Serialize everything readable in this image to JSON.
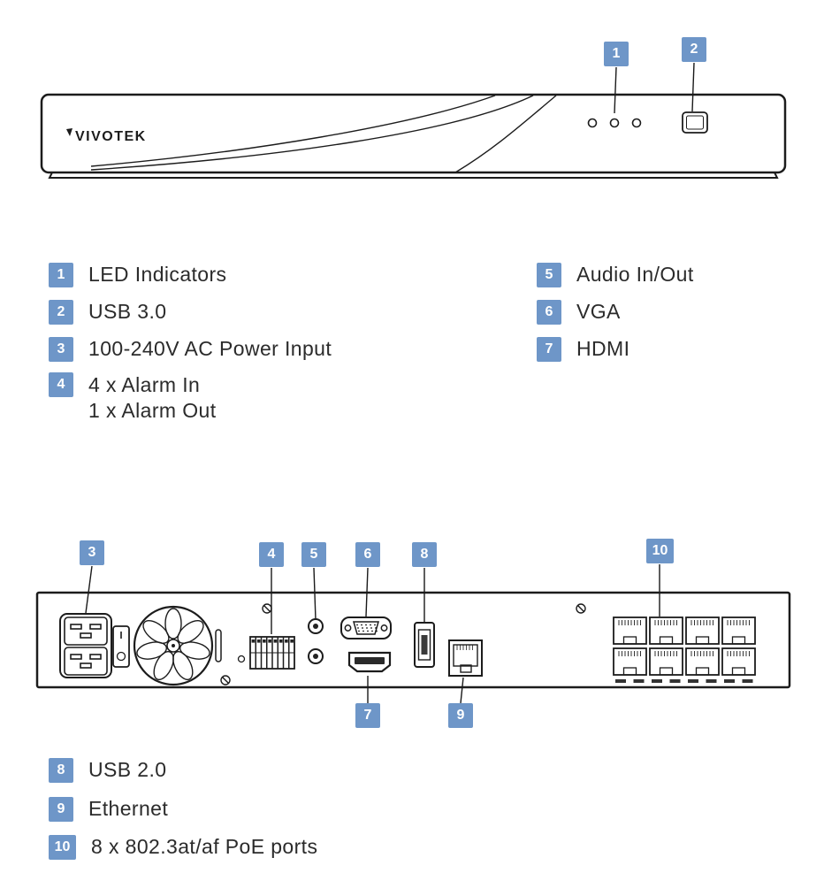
{
  "brand": {
    "logo_text": "VIVOTEK"
  },
  "colors": {
    "badge_blue": "#6e96c8",
    "line_dark": "#1c1c1c",
    "text": "#2b2b2b"
  },
  "callouts": {
    "c1": "1",
    "c2": "2",
    "c3": "3",
    "c4": "4",
    "c5": "5",
    "c6": "6",
    "c7": "7",
    "c8": "8",
    "c9": "9",
    "c10": "10"
  },
  "legend": {
    "front": [
      {
        "num": "1",
        "label": "LED Indicators"
      },
      {
        "num": "2",
        "label": "USB 3.0"
      },
      {
        "num": "3",
        "label": "100-240V AC Power Input"
      },
      {
        "num": "4",
        "label": "4 x Alarm In",
        "label2": "1 x Alarm Out"
      }
    ],
    "front_right": [
      {
        "num": "5",
        "label": "Audio In/Out"
      },
      {
        "num": "6",
        "label": "VGA"
      },
      {
        "num": "7",
        "label": "HDMI"
      }
    ],
    "rear": [
      {
        "num": "8",
        "label": "USB 2.0"
      },
      {
        "num": "9",
        "label": "Ethernet"
      },
      {
        "num": "10",
        "label": "8 x 802.3at/af PoE ports"
      }
    ]
  }
}
